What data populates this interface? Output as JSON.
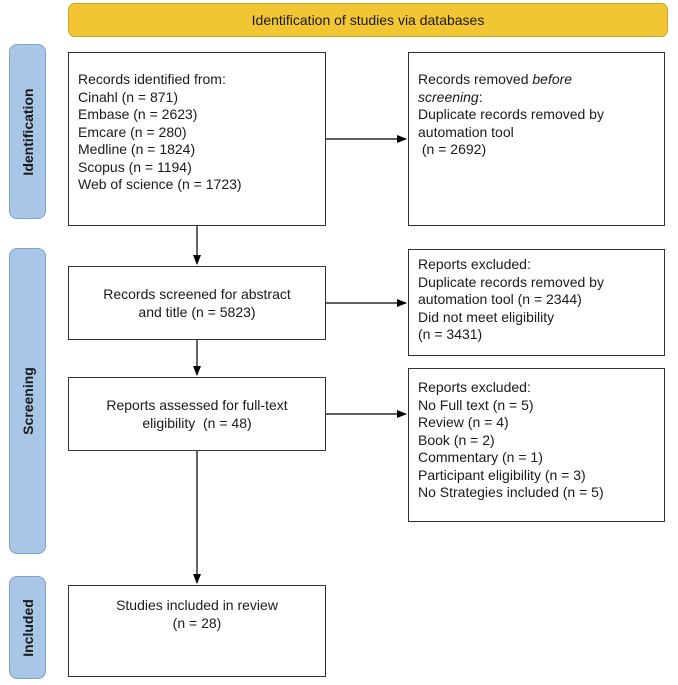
{
  "header": {
    "title": "Identification of studies via databases"
  },
  "stages": {
    "identification": "Identification",
    "screening": "Screening",
    "included": "Included"
  },
  "boxes": {
    "records_identified": {
      "lines": [
        "Records identified from:",
        "Cinahl (n = 871)",
        "Embase (n = 2623)",
        "Emcare (n = 280)",
        "Medline (n = 1824)",
        "Scopus (n = 1194)",
        "Web of science (n = 1723)"
      ]
    },
    "records_removed": {
      "line1_prefix": "Records removed ",
      "line1_emphasis": "before",
      "line2_emphasis": "screening",
      "line2_suffix": ":",
      "lines": [
        "Duplicate records removed by",
        "automation tool",
        " (n = 2692)"
      ]
    },
    "records_screened": {
      "lines": [
        "Records screened for abstract",
        "and title (n = 5823)"
      ]
    },
    "reports_excluded_1": {
      "lines": [
        "Reports excluded:",
        "Duplicate records removed by",
        "automation tool (n = 2344)",
        "Did not meet eligibility",
        "(n = 3431)"
      ]
    },
    "reports_assessed": {
      "lines": [
        "Reports assessed for full-text",
        "eligibility  (n = 48)"
      ]
    },
    "reports_excluded_2": {
      "lines": [
        "Reports excluded:",
        "No Full text (n = 5)",
        "Review (n = 4)",
        "Book (n = 2)",
        "Commentary (n = 1)",
        "Participant eligibility (n = 3)",
        "No Strategies included (n = 5)"
      ]
    },
    "studies_included": {
      "lines": [
        "Studies included in review",
        "(n = 28)"
      ]
    }
  },
  "colors": {
    "header_fill": "#f2c632",
    "stage_fill": "#a9c6e6",
    "box_border": "#333333",
    "arrow": "#000000"
  }
}
